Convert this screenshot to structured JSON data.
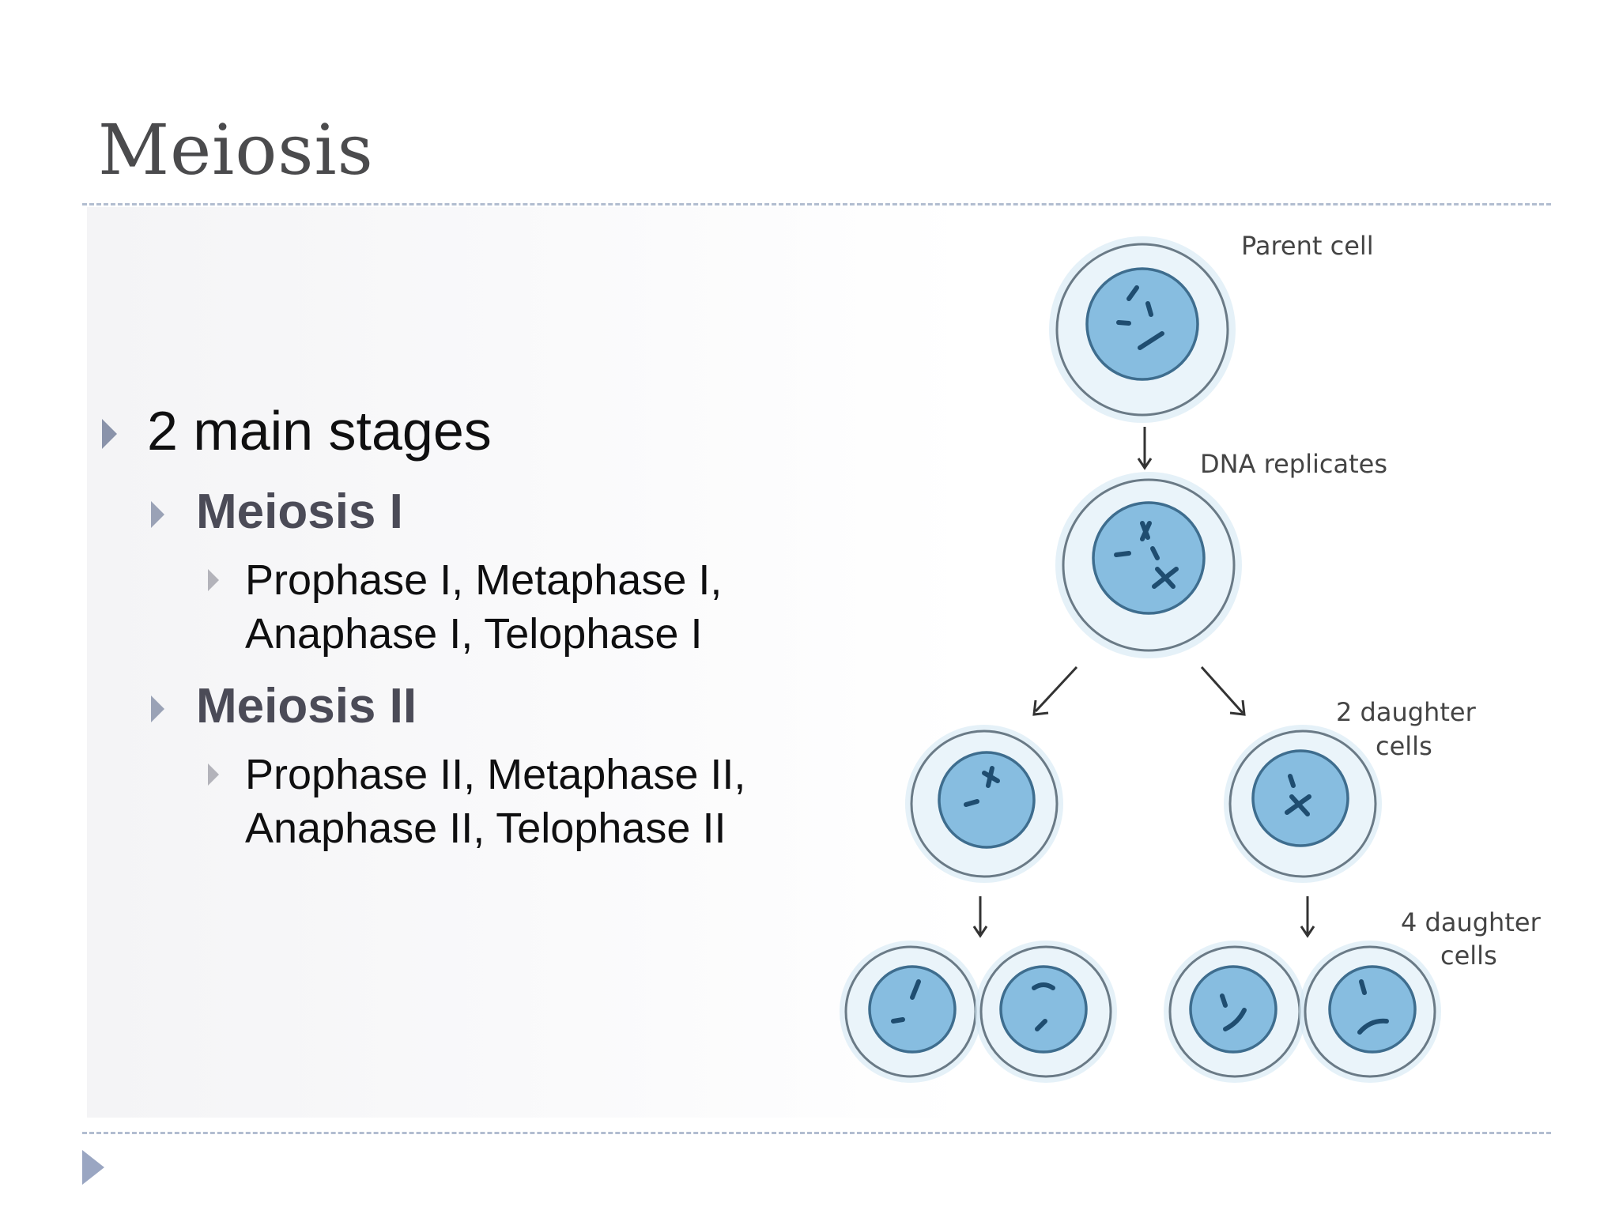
{
  "slide": {
    "title": "Meiosis",
    "bullets": {
      "main": "2 main stages",
      "meiosis_1": {
        "heading": "Meiosis I",
        "detail": "Prophase I, Metaphase I,  Anaphase I, Telophase I"
      },
      "meiosis_2": {
        "heading": "Meiosis II",
        "detail": "Prophase II, Metaphase II,  Anaphase II, Telophase II"
      }
    }
  },
  "diagram": {
    "labels": {
      "parent": "Parent cell",
      "replicate": "DNA replicates",
      "two_daughter_line1": "2 daughter",
      "two_daughter_line2": "cells",
      "four_daughter_line1": "4 daughter",
      "four_daughter_line2": "cells"
    }
  },
  "colors": {
    "title": "#4b4b4d",
    "heading": "#4b4b57",
    "body_text": "#0f0f10",
    "divider": "#b2bdd0",
    "nucleus_fill": "#87bde0",
    "cell_fill": "#eaf4fa"
  }
}
